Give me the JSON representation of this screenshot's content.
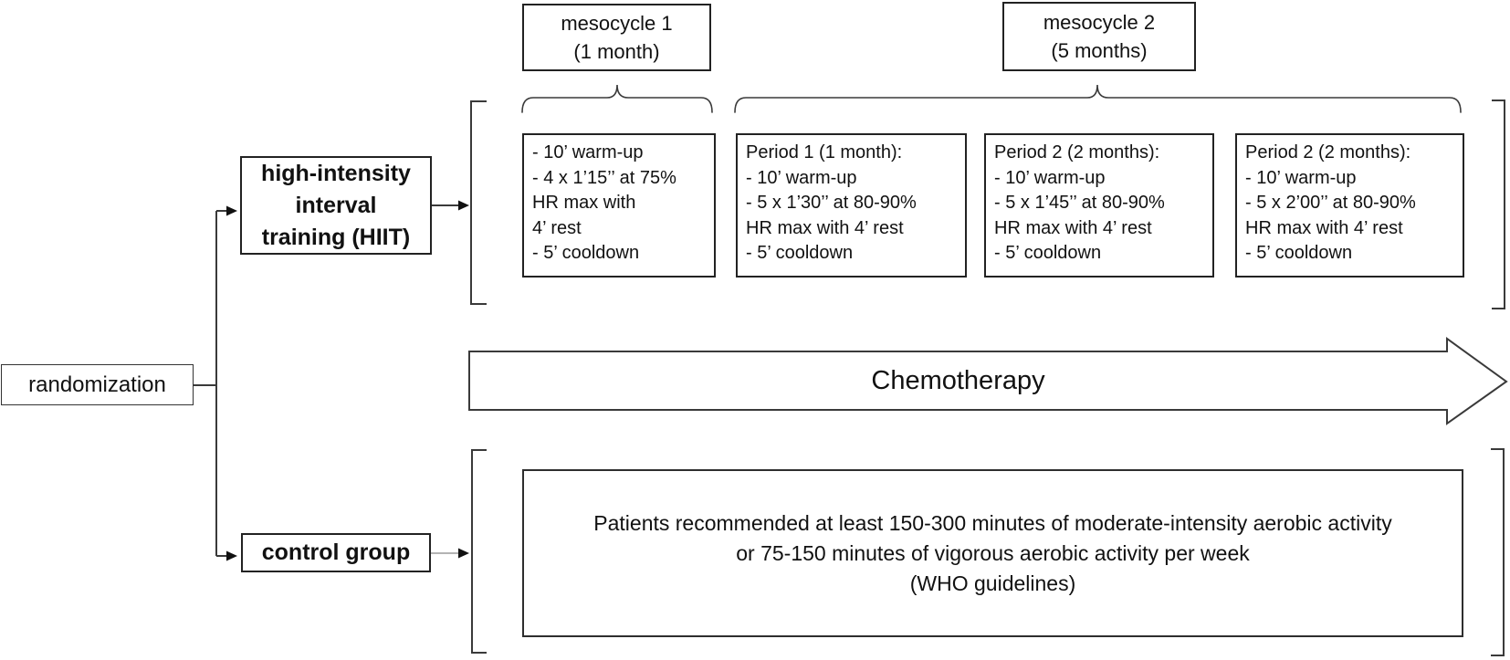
{
  "figure": {
    "randomization_label": "randomization",
    "hiit_group": {
      "lines": [
        "high-intensity",
        "interval",
        "training (HIIT)"
      ]
    },
    "control_group_label": "control group",
    "mesocycle_1": {
      "name": "mesocycle 1",
      "duration": "(1 month)"
    },
    "mesocycle_2": {
      "name": "mesocycle 2",
      "duration": "(5 months)"
    },
    "sessions": [
      {
        "lines": [
          "- 10’ warm-up",
          "- 4 x 1’15’’ at 75%",
          "HR max with",
          "4’ rest",
          "- 5’ cooldown"
        ]
      },
      {
        "lines": [
          "Period 1 (1 month):",
          "- 10’ warm-up",
          "- 5 x 1’30’’ at 80-90%",
          "HR max with 4’ rest",
          "- 5’ cooldown"
        ]
      },
      {
        "lines": [
          "Period 2 (2 months):",
          "- 10’ warm-up",
          "- 5 x 1’45’’ at 80-90%",
          "HR max with 4’ rest",
          "- 5’ cooldown"
        ]
      },
      {
        "lines": [
          "Period 2 (2 months):",
          "- 10’ warm-up",
          "- 5 x 2’00’’ at 80-90%",
          "HR max with 4’ rest",
          "- 5’ cooldown"
        ]
      }
    ],
    "chemotherapy_label": "Chemotherapy",
    "who_recommendation": {
      "lines": [
        "Patients recommended at least 150-300 minutes of moderate-intensity aerobic activity",
        "or 75-150 minutes of vigorous aerobic activity  per week",
        "(WHO guidelines)"
      ]
    },
    "colors": {
      "line": "#3a3a3a",
      "box_border": "#222222",
      "background": "#ffffff",
      "text": "#111111"
    }
  }
}
